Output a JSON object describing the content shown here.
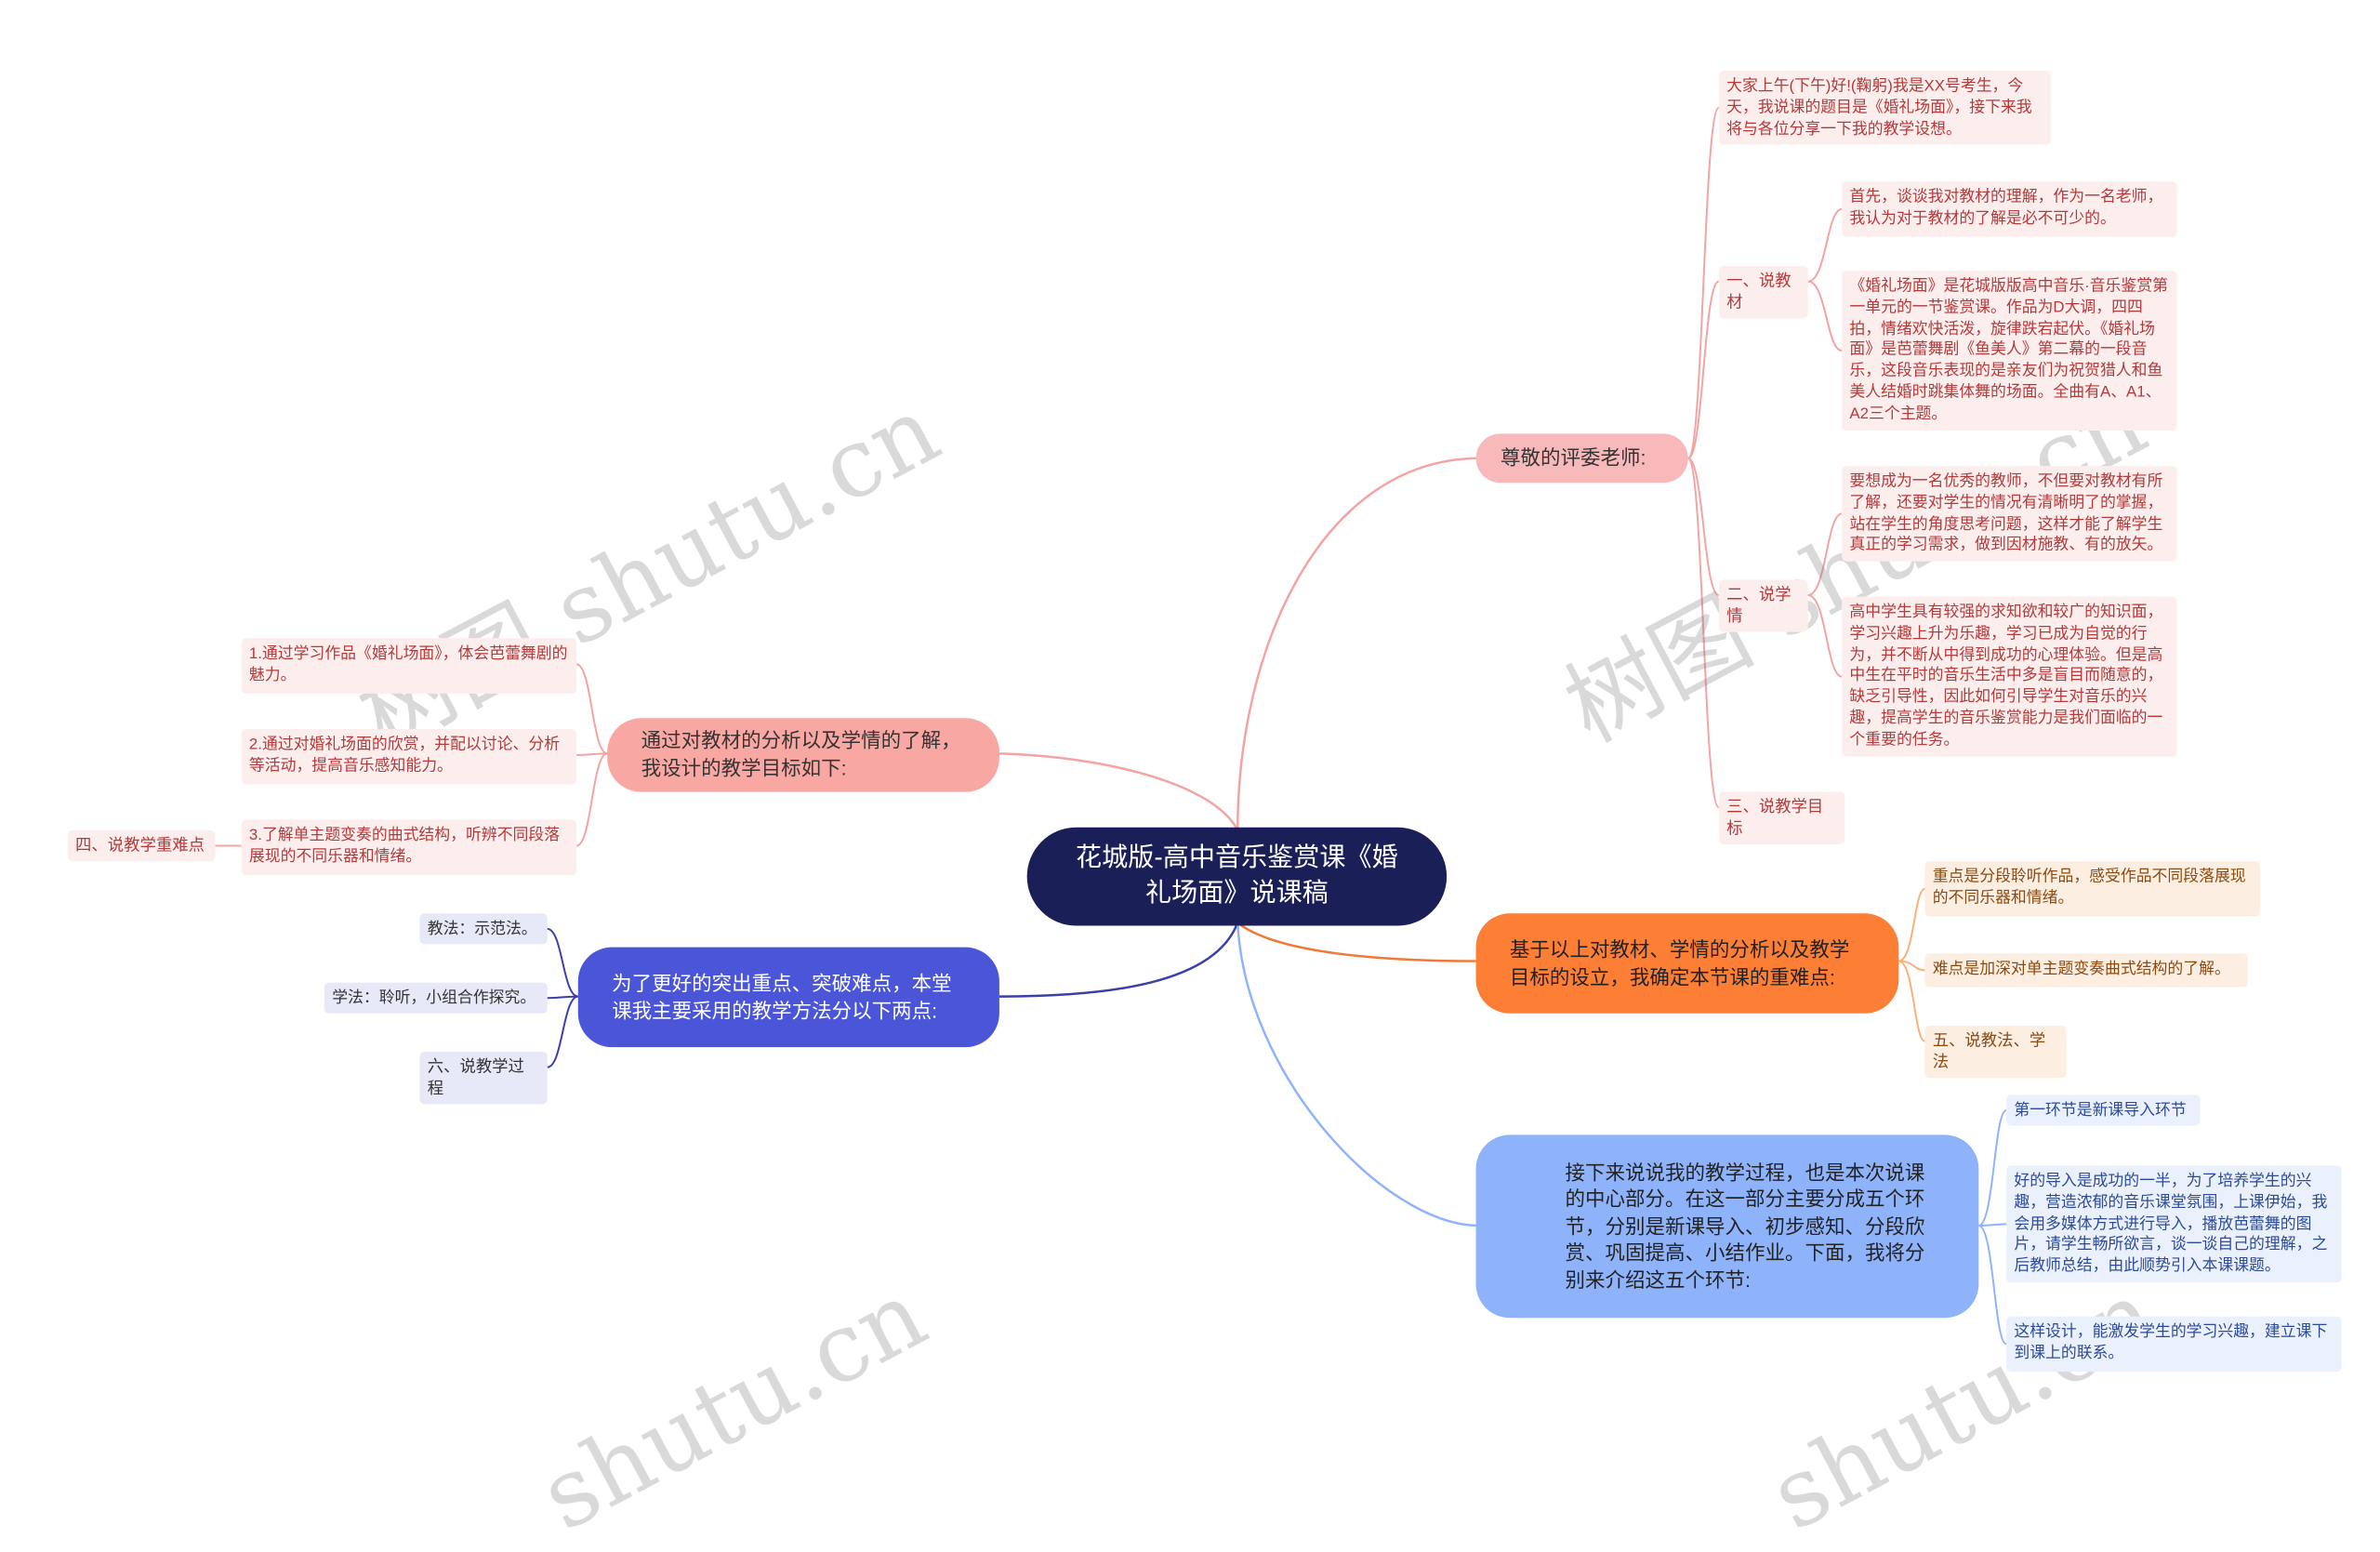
{
  "root": "花城版-高中音乐鉴赏课《婚礼场面》说课稿",
  "branch_pink": {
    "title": "尊敬的评委老师:",
    "intro": "大家上午(下午)好!(鞠躬)我是XX号考生，今天，我说课的题目是《婚礼场面》，接下来我将与各位分享一下我的教学设想。",
    "sec1_label": "一、说教材",
    "sec1_a": "首先，谈谈我对教材的理解，作为一名老师，我认为对于教材的了解是必不可少的。",
    "sec1_b": "《婚礼场面》是花城版版高中音乐·音乐鉴赏第一单元的一节鉴赏课。作品为D大调，四四拍，情绪欢快活泼，旋律跌宕起伏。《婚礼场面》是芭蕾舞剧《鱼美人》第二幕的一段音乐，这段音乐表现的是亲友们为祝贺猎人和鱼美人结婚时跳集体舞的场面。全曲有A、A1、A2三个主题。",
    "sec2_label": "二、说学情",
    "sec2_a": "要想成为一名优秀的教师，不但要对教材有所了解，还要对学生的情况有清晰明了的掌握，站在学生的角度思考问题，这样才能了解学生真正的学习需求，做到因材施教、有的放矢。",
    "sec2_b": "高中学生具有较强的求知欲和较广的知识面，学习兴趣上升为乐趣，学习已成为自觉的行为，并不断从中得到成功的心理体验。但是高中生在平时的音乐生活中多是盲目而随意的，缺乏引导性，因此如何引导学生对音乐的兴趣，提高学生的音乐鉴赏能力是我们面临的一个重要的任务。",
    "sec3_label": "三、说教学目标"
  },
  "branch_salmon": {
    "title": "通过对教材的分析以及学情的了解，我设计的教学目标如下:",
    "goal1": "1.通过学习作品《婚礼场面》，体会芭蕾舞剧的魅力。",
    "goal2": "2.通过对婚礼场面的欣赏，并配以讨论、分析等活动，提高音乐感知能力。",
    "goal3": "3.了解单主题变奏的曲式结构，听辨不同段落展现的不同乐器和情绪。",
    "sec4_label": "四、说教学重难点"
  },
  "branch_orange": {
    "title": "基于以上对教材、学情的分析以及教学目标的设立，我确定本节课的重难点:",
    "key": "重点是分段聆听作品，感受作品不同段落展现的不同乐器和情绪。",
    "hard": "难点是加深对单主题变奏曲式结构的了解。",
    "sec5_label": "五、说教法、学法"
  },
  "branch_indigo": {
    "title": "为了更好的突出重点、突破难点，本堂课我主要采用的教学方法分以下两点:",
    "m1": "教法：示范法。",
    "m2": "学法：聆听，小组合作探究。",
    "sec6_label": "六、说教学过程"
  },
  "branch_blue": {
    "title": "接下来说说我的教学过程，也是本次说课的中心部分。在这一部分主要分成五个环节，分别是新课导入、初步感知、分段欣赏、巩固提高、小结作业。下面，我将分别来介绍这五个环节:",
    "s1": "第一环节是新课导入环节",
    "s1_a": "好的导入是成功的一半，为了培养学生的兴趣，营造浓郁的音乐课堂氛围，上课伊始，我会用多媒体方式进行导入，播放芭蕾舞的图片，请学生畅所欲言，谈一谈自己的理解，之后教师总结，由此顺势引入本课课题。",
    "s1_b": "这样设计，能激发学生的学习兴趣，建立课下到课上的联系。"
  },
  "watermarks": [
    "树图 shutu.cn",
    "树图 shutu.cn",
    "shutu.cn",
    "shutu.cn"
  ],
  "colors": {
    "root": "#1b1f58",
    "pink": "#f7b9b9",
    "salmon": "#f8a7a3",
    "orange": "#fd7f35",
    "indigo": "#4a55d8",
    "blue": "#8fb3fb"
  }
}
